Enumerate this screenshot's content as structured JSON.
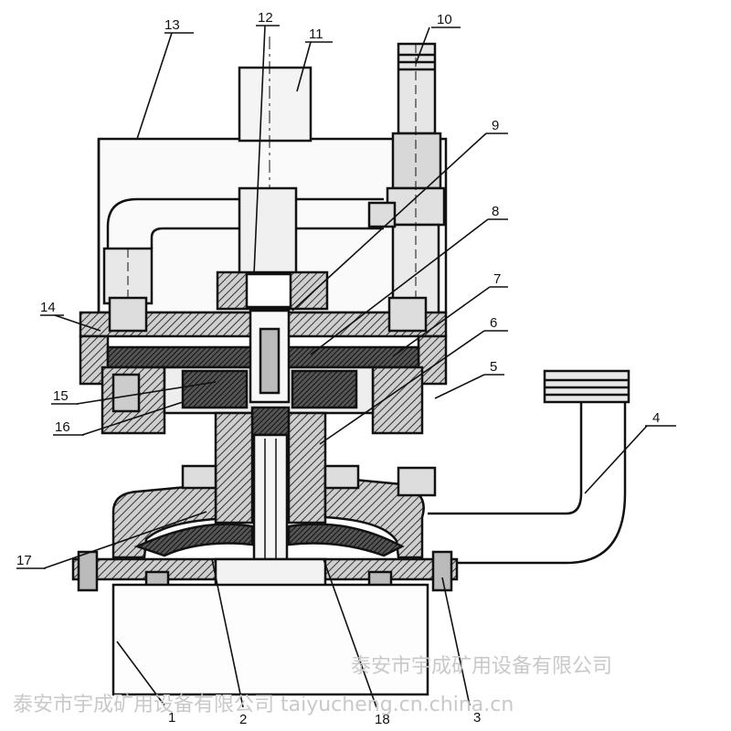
{
  "callouts": {
    "c1": "1",
    "c2": "2",
    "c3": "3",
    "c4": "4",
    "c5": "5",
    "c6": "6",
    "c7": "7",
    "c8": "8",
    "c9": "9",
    "c10": "10",
    "c11": "11",
    "c12": "12",
    "c13": "13",
    "c14": "14",
    "c15": "15",
    "c16": "16",
    "c17": "17",
    "c18": "18"
  },
  "watermark": {
    "line1": "泰安市宇成矿用设备有限公司",
    "line2": "泰安市宇成矿用设备有限公司 taiyucheng.cn.china.cn"
  }
}
